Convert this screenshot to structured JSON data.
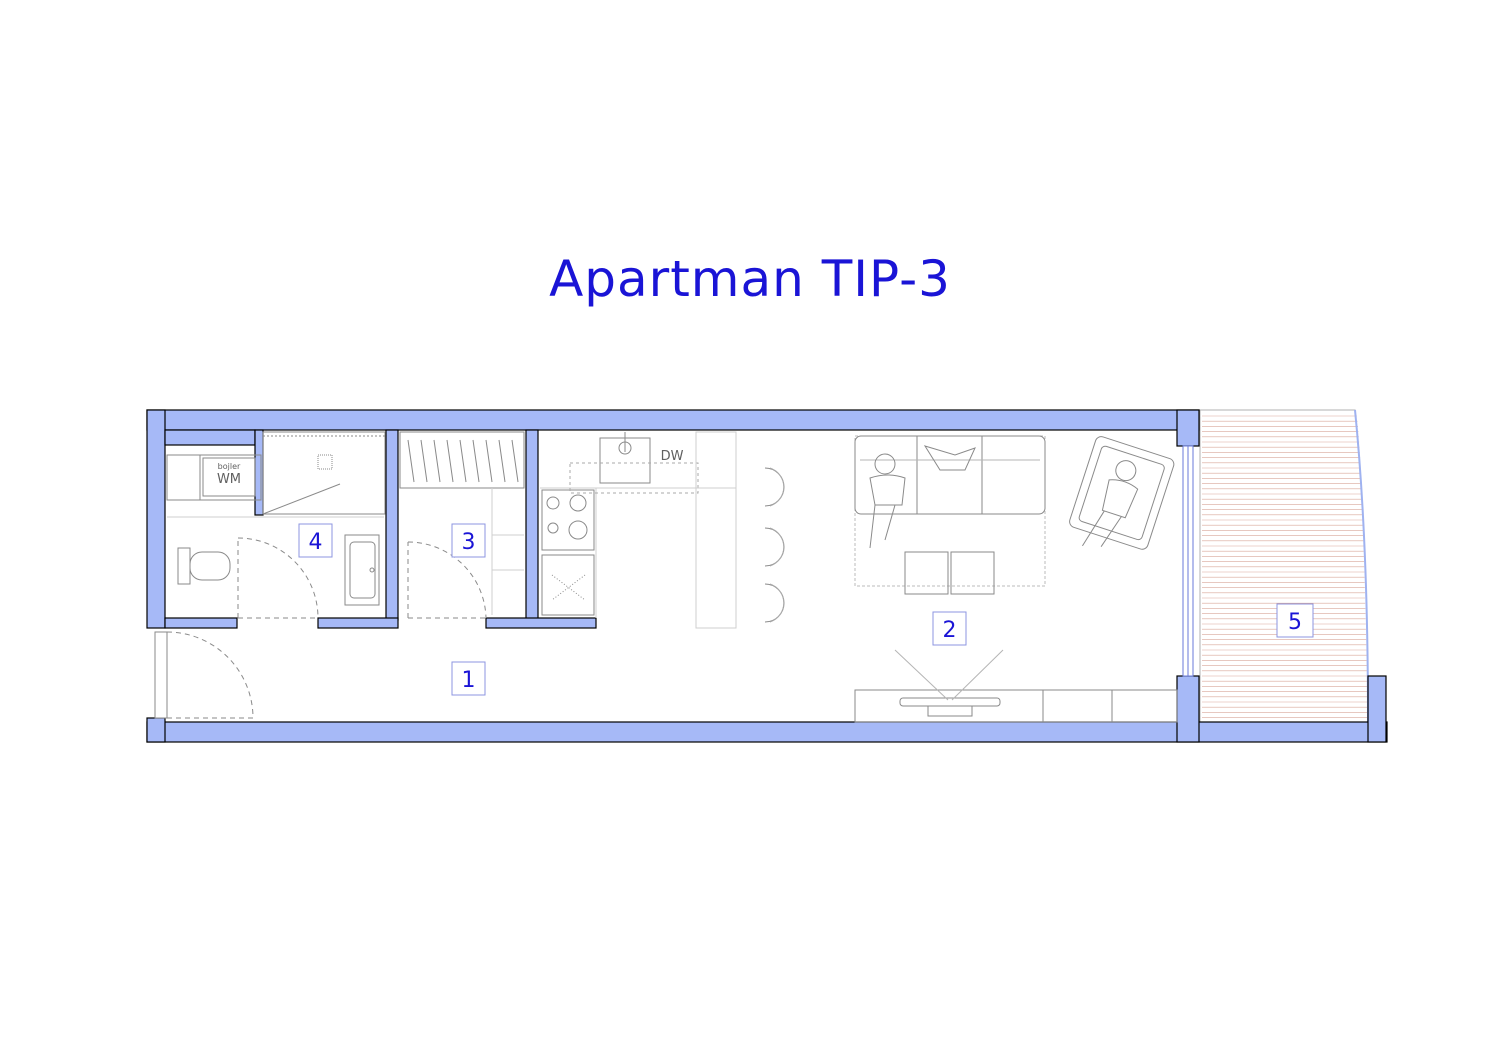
{
  "title": "Apartman TIP-3",
  "colors": {
    "wall_fill": "#a6b9f7",
    "wall_stroke": "#000000",
    "label_text": "#1a14d6",
    "label_box": "#8c96e0",
    "furniture": "#8a8a8a",
    "terrace": "#d9a79a"
  },
  "rooms": [
    {
      "id": "room-1",
      "label": "1"
    },
    {
      "id": "room-2",
      "label": "2"
    },
    {
      "id": "room-3",
      "label": "3"
    },
    {
      "id": "room-4",
      "label": "4"
    },
    {
      "id": "room-5",
      "label": "5"
    }
  ],
  "fixtures": {
    "boiler": "bojler",
    "washing_machine": "WM",
    "dishwasher": "DW"
  }
}
